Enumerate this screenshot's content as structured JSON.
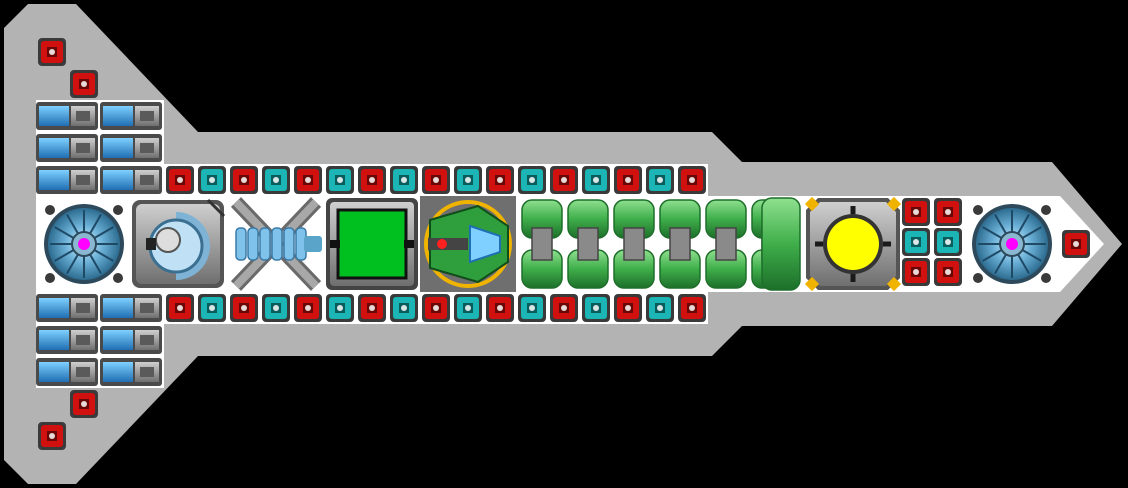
{
  "colors": {
    "background": "#000000",
    "hull_outline": "#b3b3b3",
    "hull_floor": "#ffffff",
    "block_red": "#d11010",
    "block_teal": "#1bb5b5",
    "pipe_green": "#3fae4a",
    "reactor_yellow": "#ffff00",
    "tank_green": "#00c020",
    "thruster_magenta": "#ff00ff",
    "thruster_blue": "#5aa3c9",
    "battery_blue": "#2a8fd6"
  },
  "modules": [
    {
      "id": "rear-thruster",
      "kind": "thruster-icon"
    },
    {
      "id": "helm-console",
      "kind": "console-icon"
    },
    {
      "id": "gatling-gun",
      "kind": "gun-icon"
    },
    {
      "id": "green-tank",
      "kind": "tank-icon"
    },
    {
      "id": "cockpit",
      "kind": "cockpit-icon"
    },
    {
      "id": "pipe-array",
      "kind": "pipe-icon"
    },
    {
      "id": "reactor-core",
      "kind": "reactor-icon"
    },
    {
      "id": "front-thruster",
      "kind": "thruster-icon"
    }
  ],
  "armor_row_pattern": [
    "red",
    "teal",
    "red",
    "teal",
    "red",
    "teal",
    "red",
    "teal",
    "red",
    "teal",
    "red",
    "teal",
    "red",
    "teal",
    "red",
    "teal",
    "red"
  ],
  "forward_cluster_pattern": [
    [
      "red",
      "red"
    ],
    [
      "teal",
      "teal"
    ],
    [
      "red",
      "red"
    ]
  ]
}
